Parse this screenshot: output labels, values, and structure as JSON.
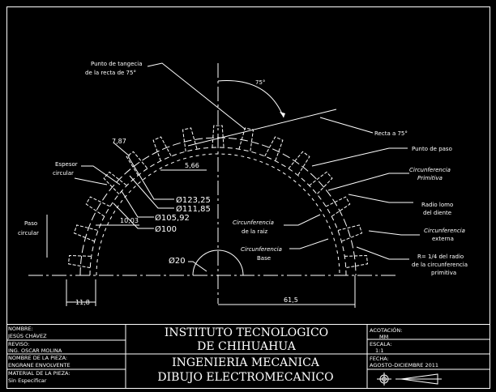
{
  "annotations": {
    "tangent_point": [
      "Punto de tangecia",
      "de la recta de 75°"
    ],
    "angle": "75°",
    "line_75": "Recta a 75°",
    "pitch_point": "Punto de paso",
    "pitch_circle": [
      "Circunferencia",
      "Primitiva"
    ],
    "root_radius": [
      "Radio lomo",
      "del diente"
    ],
    "root_circle": [
      "Circunferencia",
      "de la raiz"
    ],
    "outer_circle": [
      "Circunferencia",
      "externa"
    ],
    "base_circle": [
      "Circunferencia",
      "Base"
    ],
    "fillet_radius": [
      "R= 1/4 del radio",
      "de la circunferencia",
      "primitiva"
    ],
    "tooth_thickness": [
      "Espesor",
      "circular"
    ],
    "circular_pitch": [
      "Paso",
      "circular"
    ]
  },
  "dimensions": {
    "d_787": "7,87",
    "d_566": "5,66",
    "d_123": "Ø123,25",
    "d_111": "Ø111,85",
    "d_105": "Ø105,92",
    "d_100": "Ø100",
    "d_1003": "10,03",
    "d_20": "Ø20",
    "d_118": "11,8",
    "d_615": "61,5"
  },
  "title_block": {
    "nombre_label": "NOMBRE:",
    "nombre_value": "JESÚS CHÁVEZ",
    "reviso_label": "REVISO:",
    "reviso_value": "ING. OSCAR MOLINA",
    "pieza_label": "NOMBRE DE LA PIEZA:",
    "pieza_value": "ENGRANE ENVOLVENTE",
    "material_label": "MATERIAL DE LA PIEZA:",
    "material_value": "Sin Especificar",
    "institute_1": "INSTITUTO TECNOLOGICO",
    "institute_2": "DE CHIHUAHUA",
    "dept": "INGENIERIA  MECANICA",
    "course": "DIBUJO ELECTROMECANICO",
    "acotacion_label": "ACOTACIÓN:",
    "acotacion_value": "MM",
    "escala_label": "ESCALA:",
    "escala_value": "1:1",
    "fecha_label": "FECHA:",
    "fecha_value": "AGOSTO-DICIEMBRE 2011"
  }
}
